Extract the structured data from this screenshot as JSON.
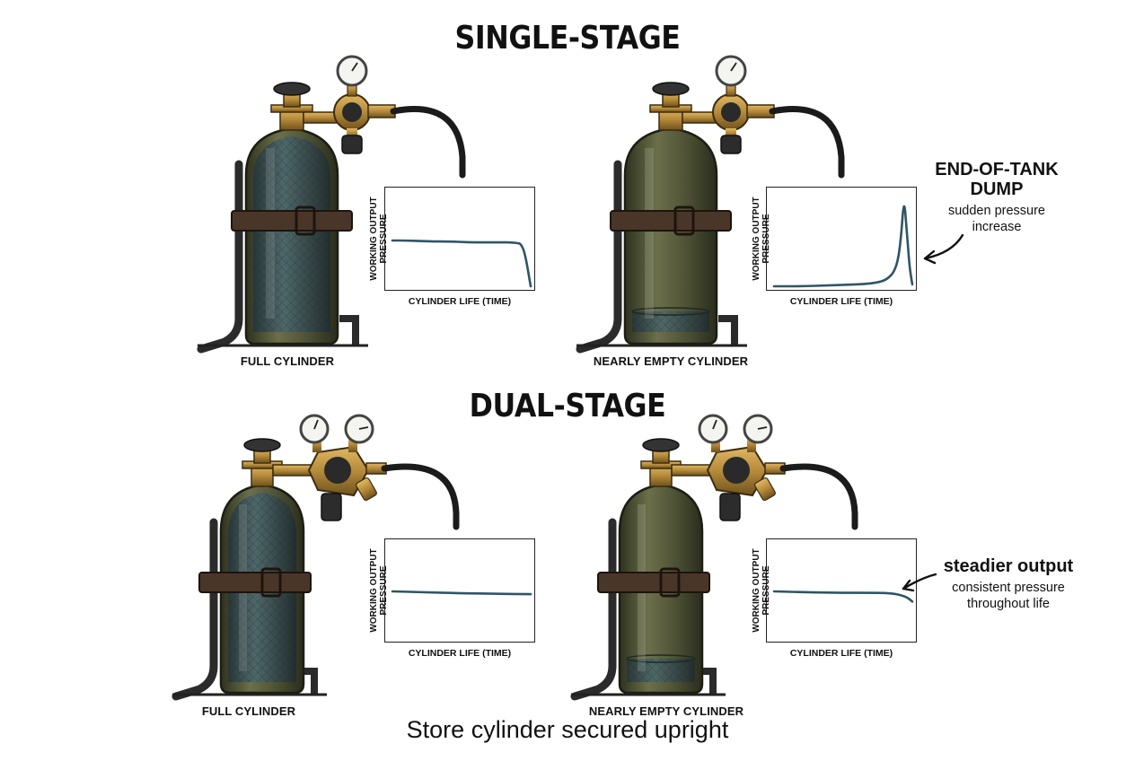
{
  "sections": {
    "single": {
      "title": "SINGLE-STAGE"
    },
    "dual": {
      "title": "DUAL-STAGE"
    }
  },
  "cylinders": {
    "full_label": "FULL CYLINDER",
    "empty_label": "NEARLY EMPTY CYLINDER"
  },
  "charts": {
    "ylabel_line1": "WORKING OUTPUT",
    "ylabel_line2": "PRESSURE",
    "xlabel": "CYLINDER LIFE (TIME)"
  },
  "annotations": {
    "dump_title_line1": "END-OF-TANK",
    "dump_title_line2": "DUMP",
    "dump_sub_line1": "sudden pressure",
    "dump_sub_line2": "increase",
    "steady_title": "steadier output",
    "steady_sub_line1": "consistent pressure",
    "steady_sub_line2": "throughout life"
  },
  "footer": {
    "text": "Store cylinder secured upright"
  },
  "colors": {
    "cylinder_body": "#55593a",
    "cylinder_dark": "#2e321f",
    "gas_fill": "#3c5560",
    "strap": "#4a3628",
    "brass": "#b58a3a",
    "curve": "#2f5566"
  },
  "chart_data": [
    {
      "type": "line",
      "name": "single-full",
      "x": [
        0,
        0.1,
        0.2,
        0.3,
        0.4,
        0.5,
        0.6,
        0.7,
        0.8,
        0.85,
        0.9,
        0.93,
        0.96,
        1.0
      ],
      "y": [
        0.49,
        0.49,
        0.485,
        0.48,
        0.48,
        0.475,
        0.47,
        0.47,
        0.47,
        0.47,
        0.465,
        0.455,
        0.35,
        0.0
      ]
    },
    {
      "type": "line",
      "name": "single-empty",
      "x": [
        0,
        0.2,
        0.4,
        0.6,
        0.7,
        0.78,
        0.83,
        0.87,
        0.9,
        0.92,
        0.94,
        0.96,
        0.98,
        1.0
      ],
      "y": [
        0.0,
        0.0,
        0.01,
        0.02,
        0.03,
        0.05,
        0.09,
        0.16,
        0.3,
        0.55,
        0.95,
        0.6,
        0.2,
        0.02
      ]
    },
    {
      "type": "line",
      "name": "dual-full",
      "x": [
        0,
        0.25,
        0.5,
        0.75,
        1.0
      ],
      "y": [
        0.5,
        0.49,
        0.48,
        0.475,
        0.47
      ]
    },
    {
      "type": "line",
      "name": "dual-empty",
      "x": [
        0,
        0.25,
        0.5,
        0.75,
        0.85,
        0.92,
        0.97,
        1.0
      ],
      "y": [
        0.5,
        0.49,
        0.485,
        0.485,
        0.48,
        0.46,
        0.43,
        0.39
      ]
    }
  ]
}
